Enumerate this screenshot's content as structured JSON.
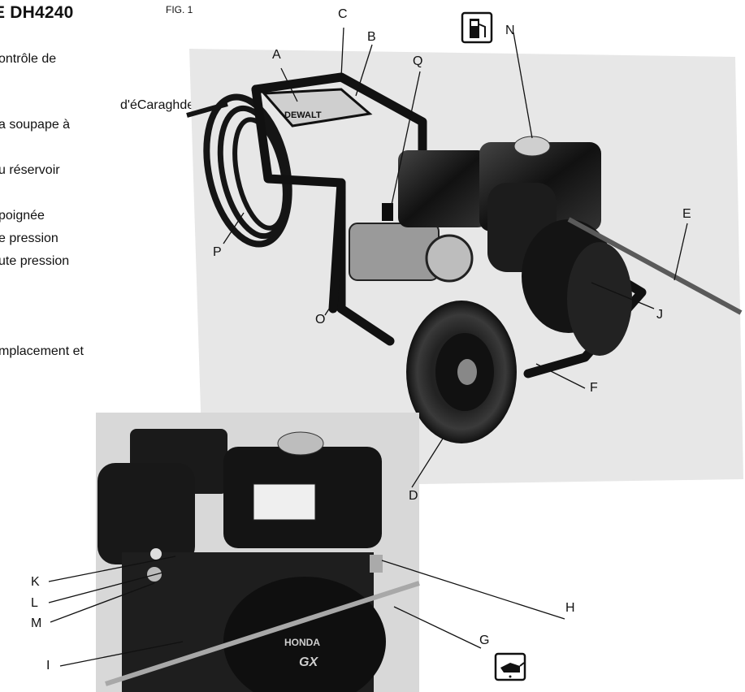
{
  "title": "E DH4240",
  "figure_label": "FIG. 1",
  "left_text": [
    "ontrôle de",
    "d'éCaraghdeun de",
    "a soupape à",
    "u réservoir",
    "poignée",
    "e pression",
    "ute pression",
    "mplacement et"
  ],
  "callouts": [
    "A",
    "B",
    "C",
    "D",
    "E",
    "F",
    "G",
    "H",
    "I",
    "J",
    "K",
    "L",
    "M",
    "N",
    "O",
    "P",
    "Q"
  ],
  "brand": {
    "dewalt": "DEWALT",
    "honda": "HONDA",
    "model": "GX"
  },
  "icons": [
    "fuel-pump-icon",
    "oil-can-icon"
  ]
}
